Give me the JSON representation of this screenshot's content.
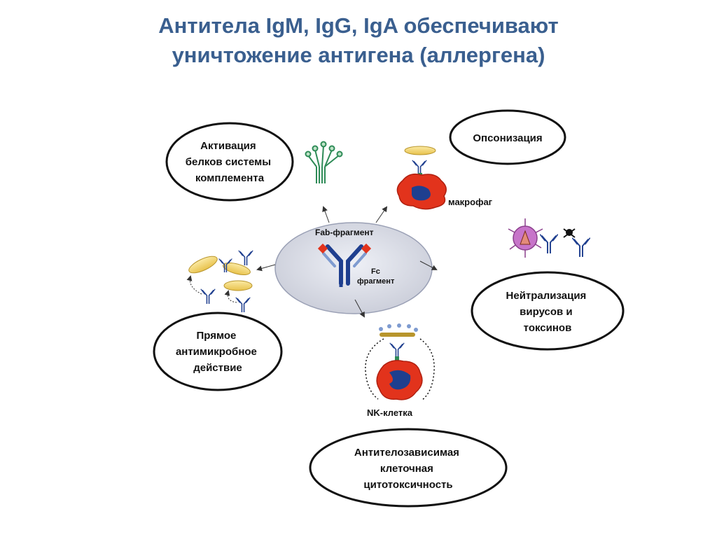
{
  "title": {
    "line1": "Антитела IgM, IgG, IgA обеспечивают",
    "line2": "уничтожение антигена (аллергена)"
  },
  "center": {
    "fab_label": "Fab-фрагмент",
    "fc_label_1": "Fc",
    "fc_label_2": "фрагмент"
  },
  "functions": {
    "complement": [
      "Активация",
      "белков системы",
      "комплемента"
    ],
    "opsonization": [
      "Опсонизация"
    ],
    "neutralization": [
      "Нейтрализация",
      "вирусов и",
      "токсинов"
    ],
    "antimicrobial": [
      "Прямое",
      "антимикробное",
      "действие"
    ],
    "adcc": [
      "Антителозависимая",
      "клеточная",
      "цитотоксичность"
    ]
  },
  "cells": {
    "macrophage": "макрофаг",
    "nk_cell": "NK-клетка"
  },
  "colors": {
    "title": "#3a5f8f",
    "antibody": "#1f3f8f",
    "cell": "#e2331c",
    "nucleus": "#1f3f8f",
    "bacterium": "#f2d36b",
    "complement": "#2e8b57",
    "virus": "#c774c9"
  }
}
